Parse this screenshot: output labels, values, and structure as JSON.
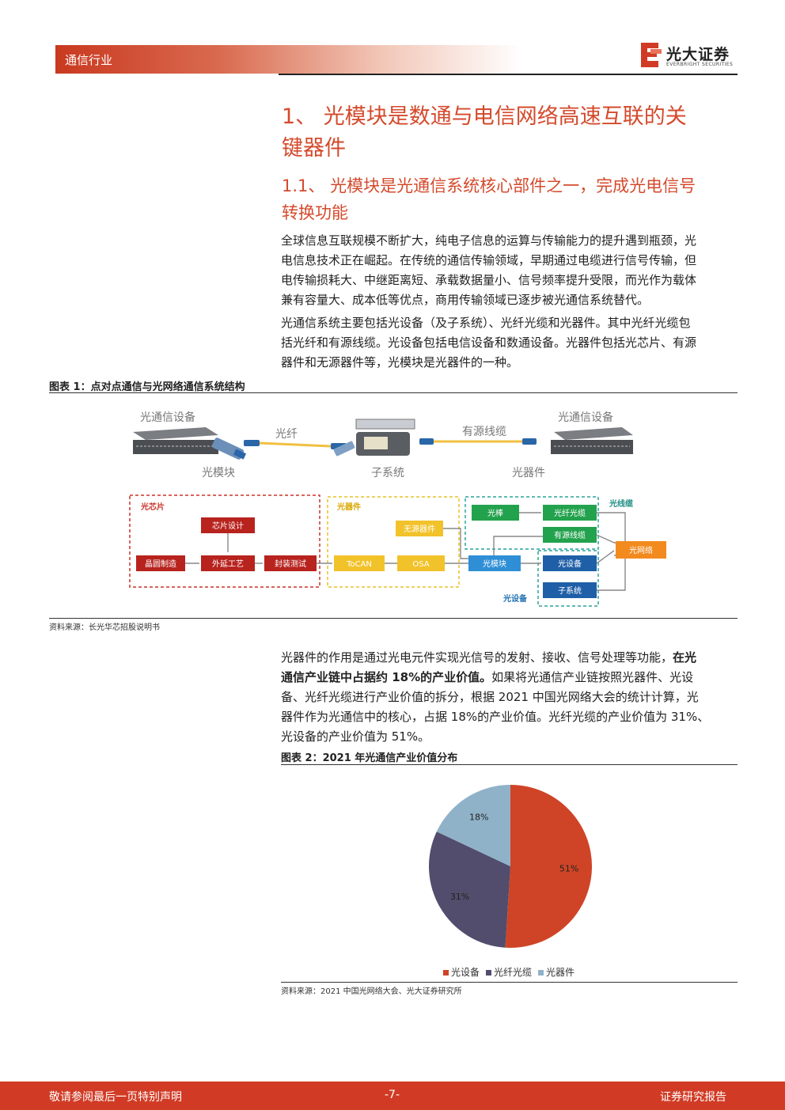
{
  "header": {
    "section": "通信行业",
    "brand": "光大证券",
    "brand_en": "EVERBRIGHT SECURITIES"
  },
  "heading1": {
    "line1": "1、 光模块是数通与电信网络高速互联的关",
    "line2": "键器件"
  },
  "heading2": {
    "line1": "1.1、 光模块是光通信系统核心部件之一，完成光电信号",
    "line2": "转换功能"
  },
  "paragraphs": {
    "p1": [
      "全球信息互联规模不断扩大，纯电子信息的运算与传输能力的提升遇到瓶颈，光",
      "电信息技术正在崛起。在传统的通信传输领域，早期通过电缆进行信号传输，但",
      "电传输损耗大、中继距离短、承载数据量小、信号频率提升受限，而光作为载体",
      "兼有容量大、成本低等优点，商用传输领域已逐步被光通信系统替代。"
    ],
    "p2": [
      "光通信系统主要包括光设备（及子系统）、光纤光缆和光器件。其中光纤光缆包",
      "括光纤和有源线缆。光设备包括电信设备和数通设备。光器件包括光芯片、有源",
      "器件和无源器件等，光模块是光器件的一种。"
    ],
    "p3_line1": "光器件的作用是通过光电元件实现光信号的发射、接收、信号处理等功能，",
    "p3_line1_bold": "在光",
    "p3_line2_bold": "通信产业链中占据约 18%的产业价值。",
    "p3_line2": "如果将光通信产业链按照光器件、光设",
    "p3_rest": [
      "备、光纤光缆进行产业价值的拆分，根据 2021 中国光网络大会的统计计算，光",
      "器件作为光通信中的核心，占据 18%的产业价值。光纤光缆的产业价值为 31%、",
      "光设备的产业价值为 51%。"
    ]
  },
  "figure1": {
    "title": "图表 1：点对点通信与光网络通信系统结构",
    "source": "资料来源：长光华芯招股说明书",
    "top_labels": {
      "equip_left": "光通信设备",
      "fiber": "光纤",
      "active_cable": "有源线缆",
      "equip_right": "光通信设备",
      "module": "光模块",
      "subsystem": "子系统",
      "device": "光器件"
    },
    "groups": {
      "chip": "光芯片",
      "device": "光器件",
      "cable": "光线缆",
      "equipment": "光设备"
    },
    "boxes": {
      "chip_design": "芯片设计",
      "wafer": "晶圆制造",
      "epitaxy": "外延工艺",
      "packaging": "封装测试",
      "passive": "无源器件",
      "tocan": "ToCAN",
      "osa": "OSA",
      "module": "光模块",
      "rod": "光棒",
      "fiber_cable": "光纤光缆",
      "active_cable": "有源线缆",
      "equipment": "光设备",
      "subsystem": "子系统",
      "network": "光网络"
    }
  },
  "figure2": {
    "title": "图表 2：2021 年光通信产业价值分布",
    "source": "资料来源：2021 中国光网络大会、光大证券研究所"
  },
  "chart_data": {
    "type": "pie",
    "title": "",
    "categories": [
      "光设备",
      "光纤光缆",
      "光器件"
    ],
    "values": [
      51,
      31,
      18
    ],
    "labels": [
      "51%",
      "31%",
      "18%"
    ],
    "colors": [
      "#cf4426",
      "#524d6c",
      "#8fb2c9"
    ],
    "legend_position": "bottom"
  },
  "footer": {
    "left": "敬请参阅最后一页特别声明",
    "center": "-7-",
    "right": "证券研究报告"
  }
}
